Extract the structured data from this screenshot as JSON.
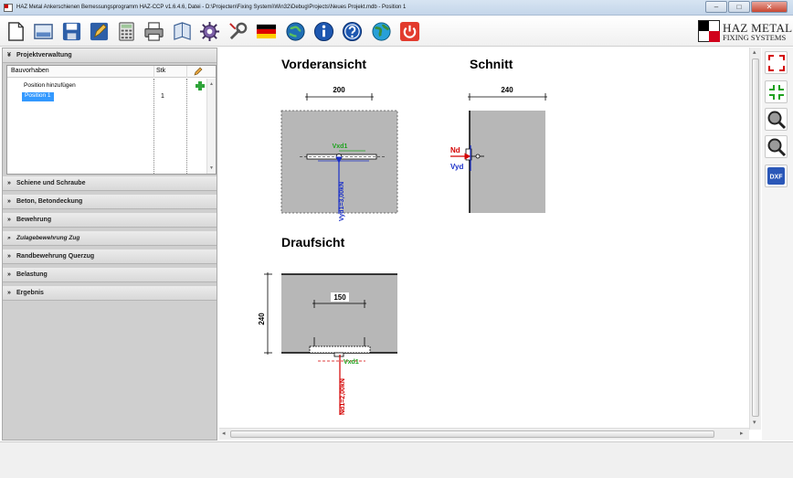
{
  "window": {
    "title": "HAZ Metal Ankerschienen Bemessungsprogramm HAZ-CCP v1.6.4.6, Datei - D:\\Projecten\\Fixing Systemi\\Win32\\Debug\\Projects\\Neues Projekt.mdb - Position 1",
    "buttons": {
      "minimize": "–",
      "maximize": "□",
      "close": "✕"
    }
  },
  "toolbar": {
    "items": [
      "new-document",
      "print-preview",
      "save",
      "edit-project",
      "calculator",
      "print",
      "report",
      "settings",
      "tools",
      "language-german",
      "web-update",
      "info",
      "help",
      "globe",
      "exit"
    ]
  },
  "logo": {
    "line1": "HAZ METAL",
    "line2": "FIXING SYSTEMS"
  },
  "sidebar": {
    "project_section": "Projektverwaltung",
    "columns": {
      "name": "Bauvorhaben",
      "qty": "Stk"
    },
    "rows": [
      {
        "label": "Position hinzufügen",
        "qty": ""
      },
      {
        "label": "Position 1",
        "qty": "1"
      }
    ],
    "sections": [
      "Schiene und Schraube",
      "Beton, Betondeckung",
      "Bewehrung",
      "Zulagebewehrung Zug",
      "Randbewehrung Querzug",
      "Belastung",
      "Ergebnis"
    ]
  },
  "drawing": {
    "front_view": {
      "title": "Vorderansicht",
      "width_dim": "200",
      "load_top": "Vxd1",
      "load_bottom": "Vyd1=3,00kN"
    },
    "section_view": {
      "title": "Schnitt",
      "width_dim": "240",
      "nd_label": "Nd",
      "vyd_label": "Vyd"
    },
    "top_view": {
      "title": "Draufsicht",
      "width_dim": "150",
      "height_dim": "240",
      "load_side": "Vxd1",
      "load_bottom": "Nd1=2,00kN"
    }
  },
  "right_tools": [
    "zoom-extents",
    "zoom-fit",
    "zoom-in",
    "zoom-out",
    "dxf-export"
  ],
  "right_tool_labels": {
    "dxf": "DXF"
  },
  "colors": {
    "concrete": "#b7b7b7",
    "selection": "#3399ff",
    "load_blue": "#1a2fc8",
    "load_red": "#d40000",
    "load_green": "#1ea21e"
  }
}
